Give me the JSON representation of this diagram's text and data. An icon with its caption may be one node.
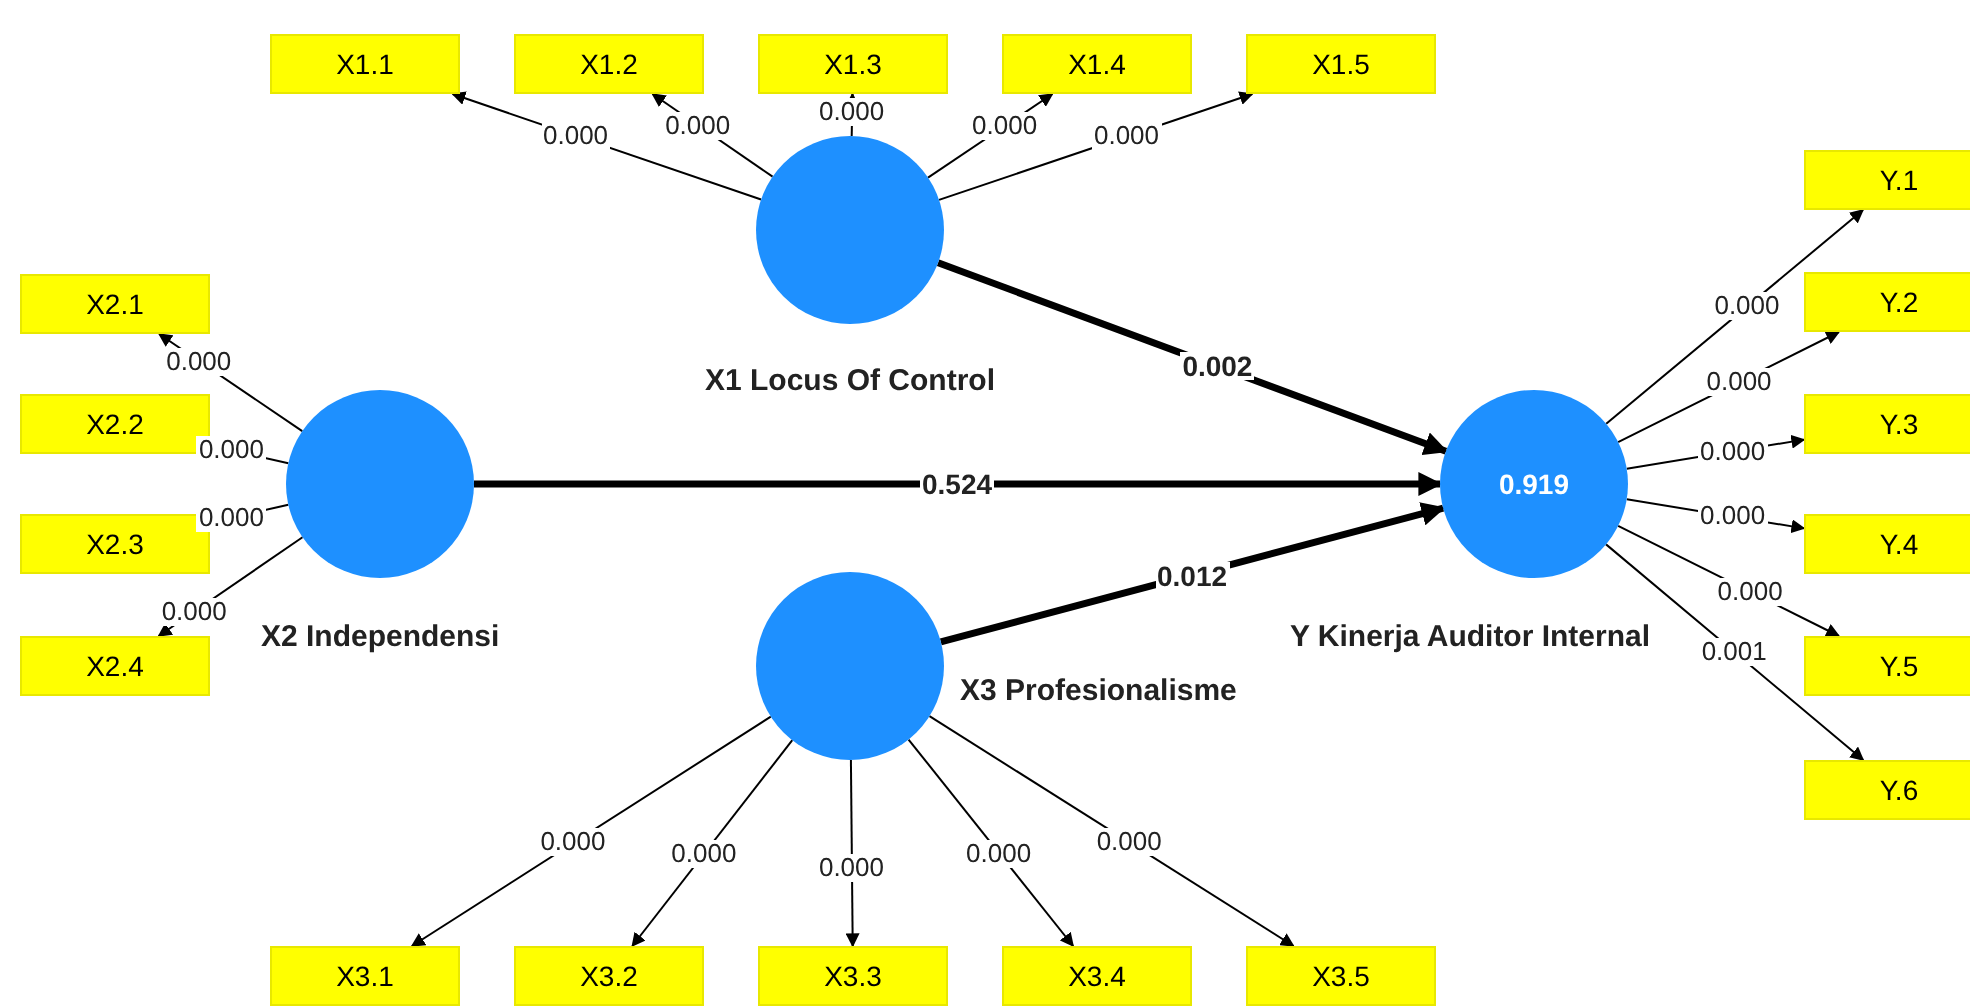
{
  "diagram": {
    "nodes": [
      {
        "text": [
          "X1.1"
        ]
      },
      {
        "text": [
          "X1.2"
        ]
      },
      {
        "text": [
          "X1.3"
        ]
      },
      {
        "text": [
          "X1.4"
        ]
      },
      {
        "text": [
          "X1.5"
        ]
      },
      {
        "text": [
          "X1 Locus Of Control"
        ]
      },
      {
        "text": [
          "X2.1"
        ]
      },
      {
        "text": [
          "X2.2"
        ]
      },
      {
        "text": [
          "X2.3"
        ]
      },
      {
        "text": [
          "X2.4"
        ]
      },
      {
        "text": [
          "X2 Independensi"
        ]
      },
      {
        "text": [
          "0.919",
          "Y Kinerja Auditor Internal"
        ]
      },
      {
        "text": [
          "Y.1"
        ]
      },
      {
        "text": [
          "Y.2"
        ]
      },
      {
        "text": [
          "Y.3"
        ]
      },
      {
        "text": [
          "Y.4"
        ]
      },
      {
        "text": [
          "Y.5"
        ]
      },
      {
        "text": [
          "Y.6"
        ]
      },
      {
        "text": [
          "X3 Profesionalisme"
        ]
      },
      {
        "text": [
          "X3.1"
        ]
      },
      {
        "text": [
          "X3.2"
        ]
      },
      {
        "text": [
          "X3.3"
        ]
      },
      {
        "text": [
          "X3.4"
        ]
      },
      {
        "text": [
          "X3.5"
        ]
      }
    ],
    "edges": [
      {
        "from": 5,
        "to": 0,
        "arrow": "to",
        "label": "0.000"
      },
      {
        "from": 5,
        "to": 1,
        "arrow": "to",
        "label": "0.000"
      },
      {
        "from": 5,
        "to": 2,
        "arrow": "to",
        "label": "0.000"
      },
      {
        "from": 5,
        "to": 3,
        "arrow": "to",
        "label": "0.000"
      },
      {
        "from": 5,
        "to": 4,
        "arrow": "to",
        "label": "0.000"
      },
      {
        "from": 10,
        "to": 6,
        "arrow": "to",
        "label": "0.000"
      },
      {
        "from": 10,
        "to": 7,
        "arrow": "to",
        "label": "0.000"
      },
      {
        "from": 10,
        "to": 8,
        "arrow": "to",
        "label": "0.000"
      },
      {
        "from": 10,
        "to": 9,
        "arrow": "to",
        "label": "0.000"
      },
      {
        "from": 5,
        "to": 11,
        "arrow": "to",
        "label": "0.002",
        "style": "thick"
      },
      {
        "from": 10,
        "to": 11,
        "arrow": "to",
        "label": "0.524",
        "style": "thick"
      },
      {
        "from": 18,
        "to": 11,
        "arrow": "to",
        "label": "0.012",
        "style": "thick"
      },
      {
        "from": 11,
        "to": 12,
        "arrow": "to",
        "label": "0.000"
      },
      {
        "from": 11,
        "to": 13,
        "arrow": "to",
        "label": "0.000"
      },
      {
        "from": 11,
        "to": 14,
        "arrow": "to",
        "label": "0.000"
      },
      {
        "from": 11,
        "to": 15,
        "arrow": "to",
        "label": "0.000"
      },
      {
        "from": 11,
        "to": 16,
        "arrow": "to",
        "label": "0.000"
      },
      {
        "from": 11,
        "to": 17,
        "arrow": "to",
        "label": "0.001"
      },
      {
        "from": 18,
        "to": 19,
        "arrow": "to",
        "label": "0.000"
      },
      {
        "from": 18,
        "to": 20,
        "arrow": "to",
        "label": "0.000"
      },
      {
        "from": 18,
        "to": 21,
        "arrow": "to",
        "label": "0.000"
      },
      {
        "from": 18,
        "to": 22,
        "arrow": "to",
        "label": "0.000"
      },
      {
        "from": 18,
        "to": 23,
        "arrow": "to",
        "label": "0.000"
      }
    ]
  }
}
